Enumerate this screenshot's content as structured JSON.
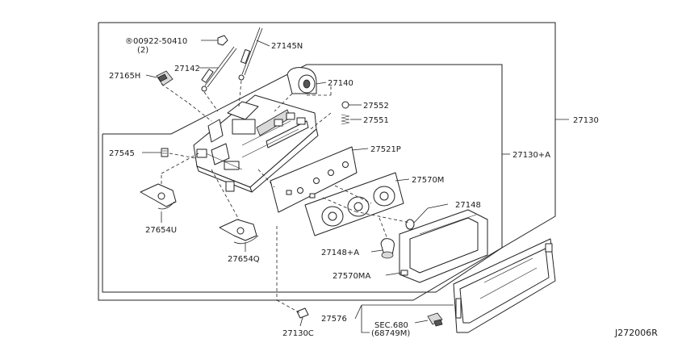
{
  "diagram": {
    "diagram_id": "J272006R",
    "labels": {
      "p00922": "®00922-50410",
      "p00922_qty": "(2)",
      "p27145N": "27145N",
      "p27142": "27142",
      "p27165H": "27165H",
      "p27140": "27140",
      "p27552": "27552",
      "p27551": "27551",
      "p27130": "27130",
      "p27545": "27545",
      "p27521P": "27521P",
      "p27130A": "27130+A",
      "p27570M": "27570M",
      "p27654U": "27654U",
      "p27148": "27148",
      "p27654Q": "27654Q",
      "p27148A": "27148+A",
      "p27570MA": "27570MA",
      "p27576": "27576",
      "sec": "SEC.680",
      "sec_ref": "(68749M)",
      "p27130C": "27130C"
    }
  }
}
